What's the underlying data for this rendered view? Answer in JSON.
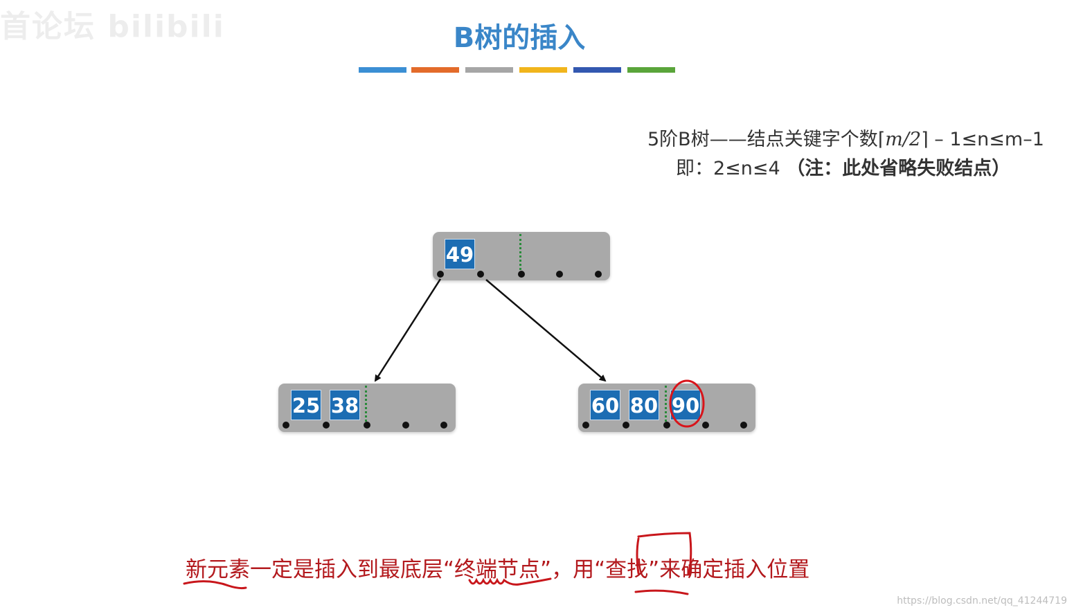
{
  "watermark": {
    "text": "首论坛 bilibili"
  },
  "title": "B树的插入",
  "color_bars": [
    "#3b8fd4",
    "#e36b2a",
    "#a6a6a6",
    "#f1b51c",
    "#3358b0",
    "#5aa53a"
  ],
  "note": {
    "line1_prefix": "5阶B树——结点关键字个数",
    "line1_ceil_expr": "m/2",
    "line1_suffix": " – 1≤n≤m–1",
    "line2_prefix": "即：2≤n≤4 ",
    "line2_bold": "（注：此处省略失败结点）"
  },
  "tree": {
    "root": {
      "keys": [
        "49"
      ]
    },
    "left": {
      "keys": [
        "25",
        "38"
      ]
    },
    "right": {
      "keys": [
        "60",
        "80",
        "90"
      ]
    }
  },
  "bottom_text": "新元素一定是插入到最底层“终端节点”，用“查找”来确定插入位置",
  "credit": "https://blog.csdn.net/qq_41244719",
  "colors": {
    "key_fill": "#1c6db3",
    "node_fill": "#a9a9a9",
    "annotation": "#b3191d",
    "separator": "#2a8a3a"
  }
}
